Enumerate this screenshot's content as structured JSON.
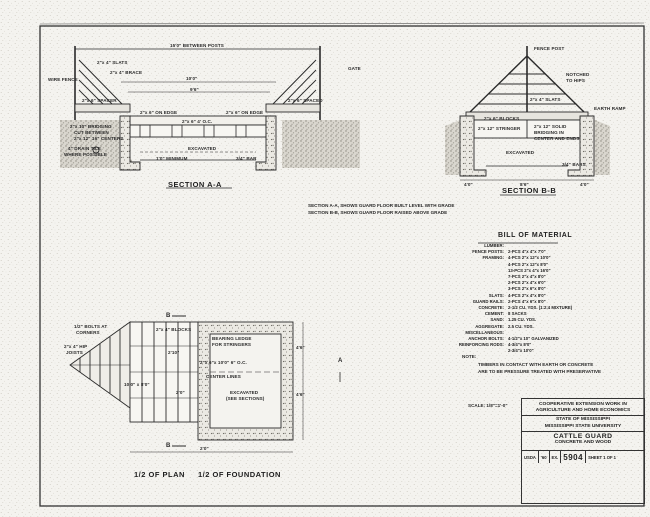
{
  "section_a": {
    "title": "SECTION A-A",
    "labels": {
      "between_posts": "15'0\" BETWEEN POSTS",
      "slats": "2\"x 4\" SLATS",
      "brace": "2\"x 4\" BRACE",
      "gate": "GATE",
      "wire_fence": "WIRE FENCE",
      "ten_ft": "10'0\"",
      "span": "9'6\"",
      "spacer_left": "2\"x 6\" SPACER",
      "spacer_right": "2\"x 6\" SPACED",
      "on_edge_left": "2\"x 6\" ON EDGE",
      "on_edge_right": "2\"x 6\" ON EDGE",
      "bridging": "2\"x 10\" BRIDGING",
      "cut_between": "CUT BETWEEN",
      "stringers": "2\"x 12\" 16\" CENTERS",
      "drain_tile": "4\" DRAIN TILE",
      "where_possible": "WHERE POSSIBLE",
      "excavated": "EXCAVATED",
      "minimum": "1'0\" MINIMUM",
      "bar": "3/4\" BAR",
      "blocks": "2\"x 6\" 4' O.C."
    }
  },
  "section_b": {
    "title": "SECTION B-B",
    "labels": {
      "fence_post": "FENCE POST",
      "notched": "NOTCHED",
      "to_hips": "TO HIPS",
      "earth_ramp": "EARTH RAMP",
      "slats": "2\"x 4\" SLATS",
      "blocks": "2\"x 6\" BLOCKS",
      "stringer": "2\"x 12\" STRINGER",
      "solid_bridging": "2\"x 12\" SOLID",
      "bridging_center": "BRIDGING IN",
      "center_end": "CENTER AND ENDS",
      "excavated": "EXCAVATED",
      "bars": "3/4\" BARS",
      "dim_left": "4'0\"",
      "dim_mid": "8'6\"",
      "dim_right": "4'0\""
    }
  },
  "notes": {
    "line1": "SECTION A-A, SHOWS GUARD FLOOR BUILT LEVEL WITH GRADE",
    "line2": "SECTION B-B, SHOWS GUARD FLOOR RAISED ABOVE GRADE",
    "note_head": "NOTE:",
    "note_1": "TIMBERS IN CONTACT WITH EARTH OR CONCRETE",
    "note_2": "ARE TO BE PRESSURE TREATED WITH PRESERVATIVE",
    "scale": "SCALE: 1/8\"=1'-0\""
  },
  "bill_of_material": {
    "title": "BILL OF MATERIAL",
    "rows": [
      {
        "k": "LUMBER:",
        "v": ""
      },
      {
        "k": "FENCE POSTS:",
        "v": "2-PCS 4\"x 4\"x 7'0\""
      },
      {
        "k": "FRAMING:",
        "v": "4-PCS 2\"x 12\"x 10'0\""
      },
      {
        "k": "",
        "v": "4-PCS 2\"x 12\"x 8'0\""
      },
      {
        "k": "",
        "v": "13-PCS 2\"x 4\"x 16'0\""
      },
      {
        "k": "",
        "v": "7-PCS 2\"x 4\"x 8'0\""
      },
      {
        "k": "",
        "v": "2-PCS 2\"x 4\"x 6'0\""
      },
      {
        "k": "",
        "v": "3-PCS 2\"x 6\"x 8'0\""
      },
      {
        "k": "SLATS:",
        "v": "4-PCS 2\"x 4\"x 8'0\""
      },
      {
        "k": "GUARD RAILS:",
        "v": "2-PCS 4\"x 6\"x 8'0\""
      },
      {
        "k": "CONCRETE:",
        "v": "2-1/2 CU. YDS. (1:2:4 MIXTURE)"
      },
      {
        "k": "CEMENT:",
        "v": "8 SACKS"
      },
      {
        "k": "SAND:",
        "v": "1.25 CU. YDS."
      },
      {
        "k": "AGGREGATE:",
        "v": "2.5 CU. YDS."
      },
      {
        "k": "MISCELLANEOUS:",
        "v": ""
      },
      {
        "k": "ANCHOR BOLTS:",
        "v": "4-1/2\"x 10\" GALVANIZED"
      },
      {
        "k": "REINFORCING RODS:",
        "v": "4-3/4\"x 8'0\""
      },
      {
        "k": "",
        "v": "2-3/4\"x 10'0\""
      }
    ]
  },
  "plan": {
    "title_left": "1/2 OF PLAN",
    "title_right": "1/2 OF FOUNDATION",
    "labels": {
      "b_top": "B",
      "b_bottom": "B",
      "a_mark": "A",
      "bolts": "1/2\" BOLTS AT",
      "corners": "CORNERS",
      "joists": "2\"x 4\" HIP",
      "joists2": "JOISTS",
      "blocks": "2\"x 4\" BLOCKS",
      "bearing": "BEARING LEDGE",
      "for_stringers": "FOR STRINGERS",
      "span_a": "2'10\"",
      "stringers": "2\"x 6\"x 10'0\" 6\" O.C.",
      "center_lines": "CENTER LINES",
      "excavated": "EXCAVATED",
      "see_sections": "(SEE SECTIONS)",
      "dim_side": "4'6\"",
      "dim_side2": "4'6\"",
      "dim_bottom": "2'0\"",
      "dim_vertical": "10'0\" x 8'0\"",
      "dim_small": "2'0\""
    }
  },
  "title_block": {
    "line1": "COOPERATIVE EXTENSION WORK IN",
    "line2": "AGRICULTURE AND HOME ECONOMICS",
    "line3": "STATE OF MISSISSIPPI",
    "line4": "MISSISSIPPI STATE UNIVERSITY",
    "drawing_title": "CATTLE GUARD",
    "drawing_subtitle": "CONCRETE AND WOOD",
    "usda": "USDA",
    "date": "'60",
    "ex": "EX.",
    "number": "5904",
    "sheet": "SHEET 1 OF 1"
  },
  "colors": {
    "ink": "#2b2b2b",
    "paper": "#f4f3ef",
    "earth": "#b9b6ad"
  }
}
